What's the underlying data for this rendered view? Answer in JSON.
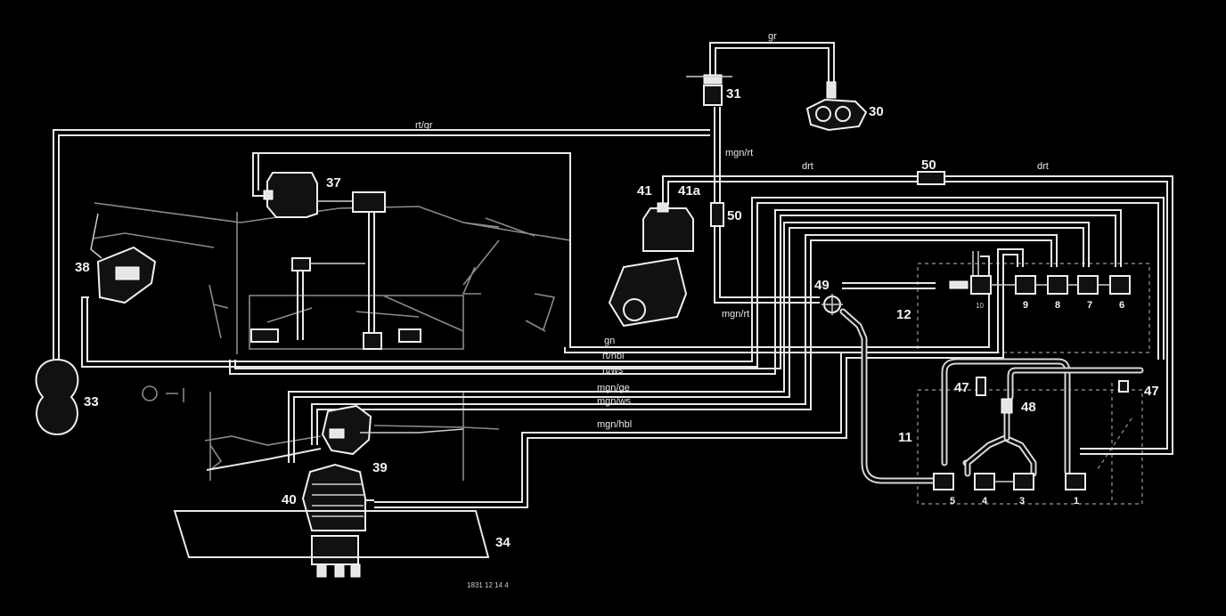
{
  "diagram": {
    "components": {
      "c1": "1",
      "c3": "3",
      "c4": "4",
      "c5": "5",
      "c6": "6",
      "c7": "7",
      "c8": "8",
      "c9": "9",
      "c10": "10",
      "c11": "11",
      "c12": "12",
      "c30": "30",
      "c31": "31",
      "c33": "33",
      "c34": "34",
      "c37": "37",
      "c38": "38",
      "c39": "39",
      "c40": "40",
      "c41": "41",
      "c41a": "41a",
      "c47a": "47",
      "c47b": "47",
      "c48": "48",
      "c49": "49",
      "c50a": "50",
      "c50b": "50"
    },
    "wires": {
      "gr": "gr",
      "rt_gr": "rt/gr",
      "mgn_rt_top": "mgn/rt",
      "mgn_rt_bottom": "mgn/rt",
      "drt_left": "drt",
      "drt_right": "drt",
      "gn": "gn",
      "rt_hbl": "rt/hbl",
      "rt_ws": "rt/ws",
      "mgn_ge": "mgn/ge",
      "mgn_ws": "mgn/ws",
      "mgn_hbl": "mgn/hbl"
    },
    "figure_code": "1831  12 14 4"
  }
}
